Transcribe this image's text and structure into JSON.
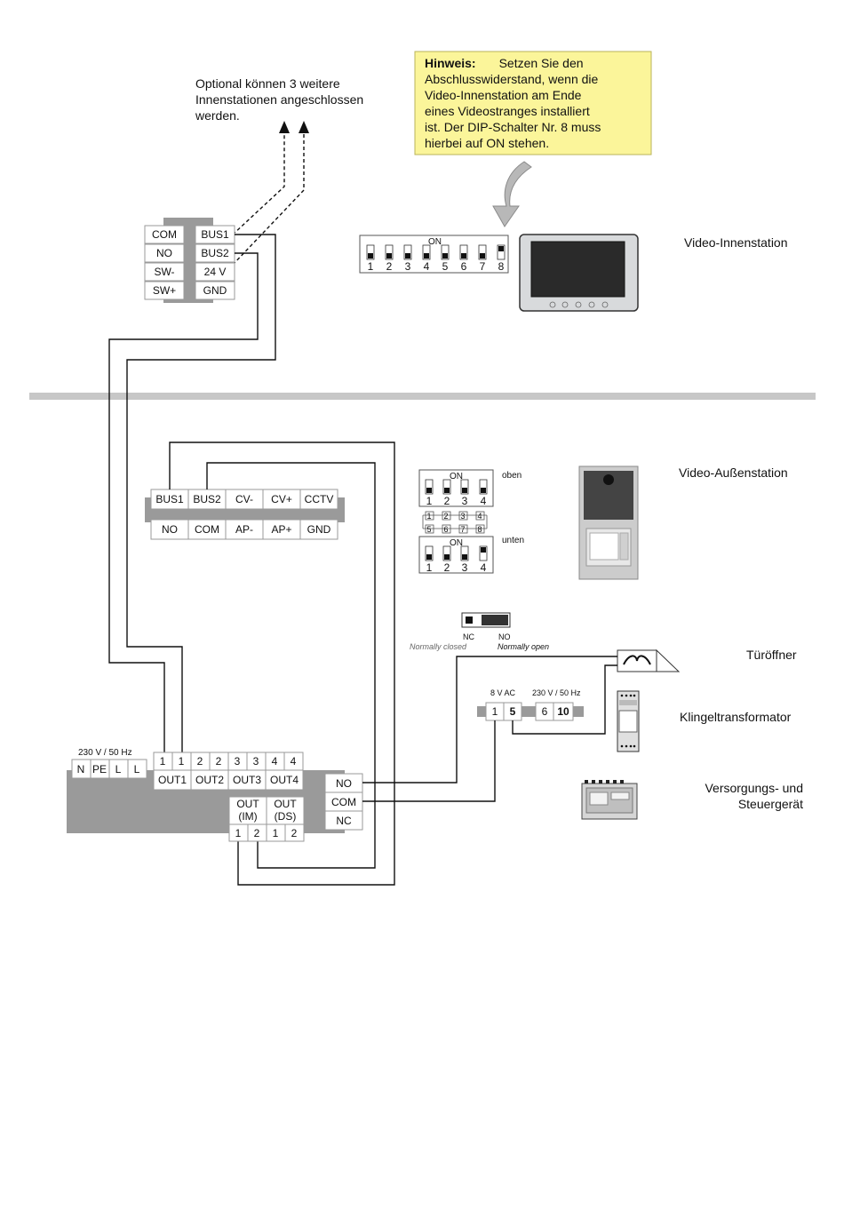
{
  "notes": {
    "optional": [
      "Optional können 3 weitere",
      "Innenstationen angeschlossen",
      "werden."
    ],
    "hint_bold": "Hinweis:",
    "hint_lines": [
      "Setzen Sie den",
      "Abschlusswiderstand, wenn die",
      "Video-Innenstation am Ende",
      "eines Videostranges installiert",
      "ist. Der DIP-Schalter Nr. 8 muss",
      "hierbei auf ON stehen."
    ]
  },
  "indoor_terminal": {
    "left": [
      "COM",
      "NO",
      "SW-",
      "SW+"
    ],
    "right": [
      "BUS1",
      "BUS2",
      "24 V",
      "GND"
    ]
  },
  "dip_indoor": {
    "on_label": "ON",
    "numbers": [
      "1",
      "2",
      "3",
      "4",
      "5",
      "6",
      "7",
      "8"
    ]
  },
  "dip_outdoor": {
    "on_label": "ON",
    "top_label": "oben",
    "bottom_label": "unten",
    "numbers": [
      "1",
      "2",
      "3",
      "4"
    ],
    "mapping_top": [
      "1",
      "2",
      "3",
      "4"
    ],
    "mapping_bottom": [
      "5",
      "6",
      "7",
      "8"
    ]
  },
  "outdoor_terminal": {
    "top": [
      "BUS1",
      "BUS2",
      "CV-",
      "CV+",
      "CCTV"
    ],
    "bottom": [
      "NO",
      "COM",
      "AP-",
      "AP+",
      "GND"
    ]
  },
  "jumper": {
    "nc": "NC",
    "no": "NO",
    "nc_text": "Normally closed",
    "no_text": "Normally open"
  },
  "transformer_terminal": {
    "label_left": "8 V AC",
    "label_right": "230 V / 50 Hz",
    "terminals": [
      "1",
      "5",
      "6",
      "10"
    ]
  },
  "controller": {
    "mains_label": "230 V / 50 Hz",
    "mains": [
      "N",
      "PE",
      "L",
      "L"
    ],
    "outputs_top": [
      "1",
      "1",
      "2",
      "2",
      "3",
      "3",
      "4",
      "4"
    ],
    "outputs_labels": [
      "OUT1",
      "OUT2",
      "OUT3",
      "OUT4"
    ],
    "relay": [
      "NO",
      "COM",
      "NC"
    ],
    "out_im": [
      "OUT",
      "(IM)"
    ],
    "out_ds": [
      "OUT",
      "(DS)"
    ],
    "out_nums": [
      "1",
      "2",
      "1",
      "2"
    ]
  },
  "devices": {
    "indoor": "Video-Innenstation",
    "outdoor": "Video-Außenstation",
    "door_opener": "Türöffner",
    "bell_transformer": "Klingeltransformator",
    "supply": [
      "Versorgungs- und",
      "Steuergerät"
    ]
  },
  "colors": {
    "hint_bg": "#fbf59a",
    "hint_border": "#b9b35a",
    "separator": "#c7c7c7",
    "bar_gray": "#9a9a9a",
    "monitor_frame": "#d8dadc",
    "monitor_screen": "#2a2a2a"
  }
}
